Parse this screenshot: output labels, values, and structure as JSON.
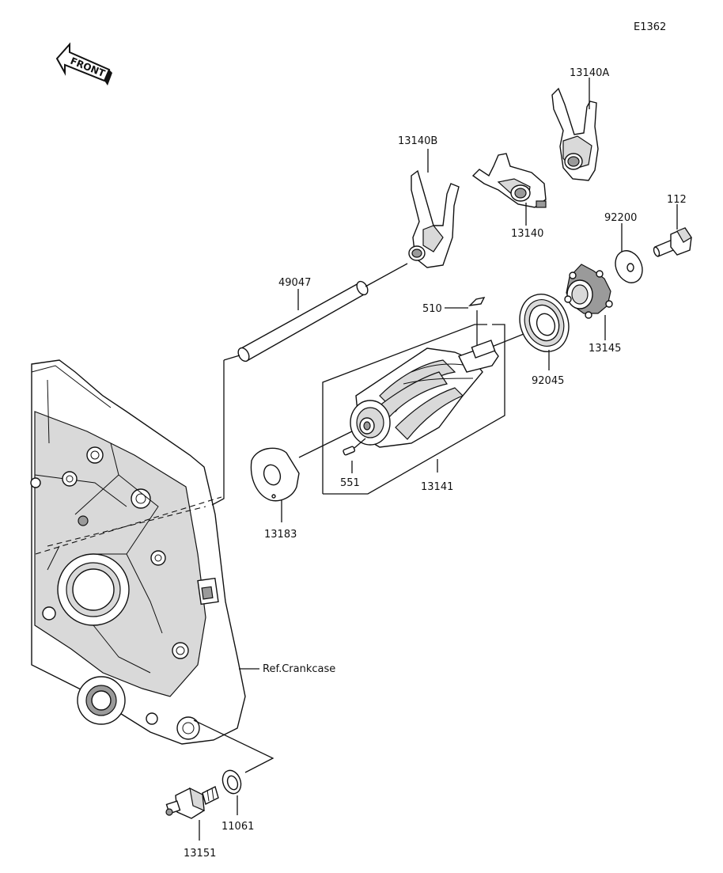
{
  "diagram_id": "E1362",
  "front_label": "FRONT",
  "ref_note": "Ref.Crankcase",
  "parts": [
    {
      "key": "p13140A",
      "number": "13140A"
    },
    {
      "key": "p13140B",
      "number": "13140B"
    },
    {
      "key": "p13140",
      "number": "13140"
    },
    {
      "key": "p112",
      "number": "112"
    },
    {
      "key": "p92200",
      "number": "92200"
    },
    {
      "key": "p49047",
      "number": "49047"
    },
    {
      "key": "p510",
      "number": "510"
    },
    {
      "key": "p13145",
      "number": "13145"
    },
    {
      "key": "p92045",
      "number": "92045"
    },
    {
      "key": "p551",
      "number": "551"
    },
    {
      "key": "p13141",
      "number": "13141"
    },
    {
      "key": "p13183",
      "number": "13183"
    },
    {
      "key": "p11061",
      "number": "11061"
    },
    {
      "key": "p13151",
      "number": "13151"
    }
  ]
}
